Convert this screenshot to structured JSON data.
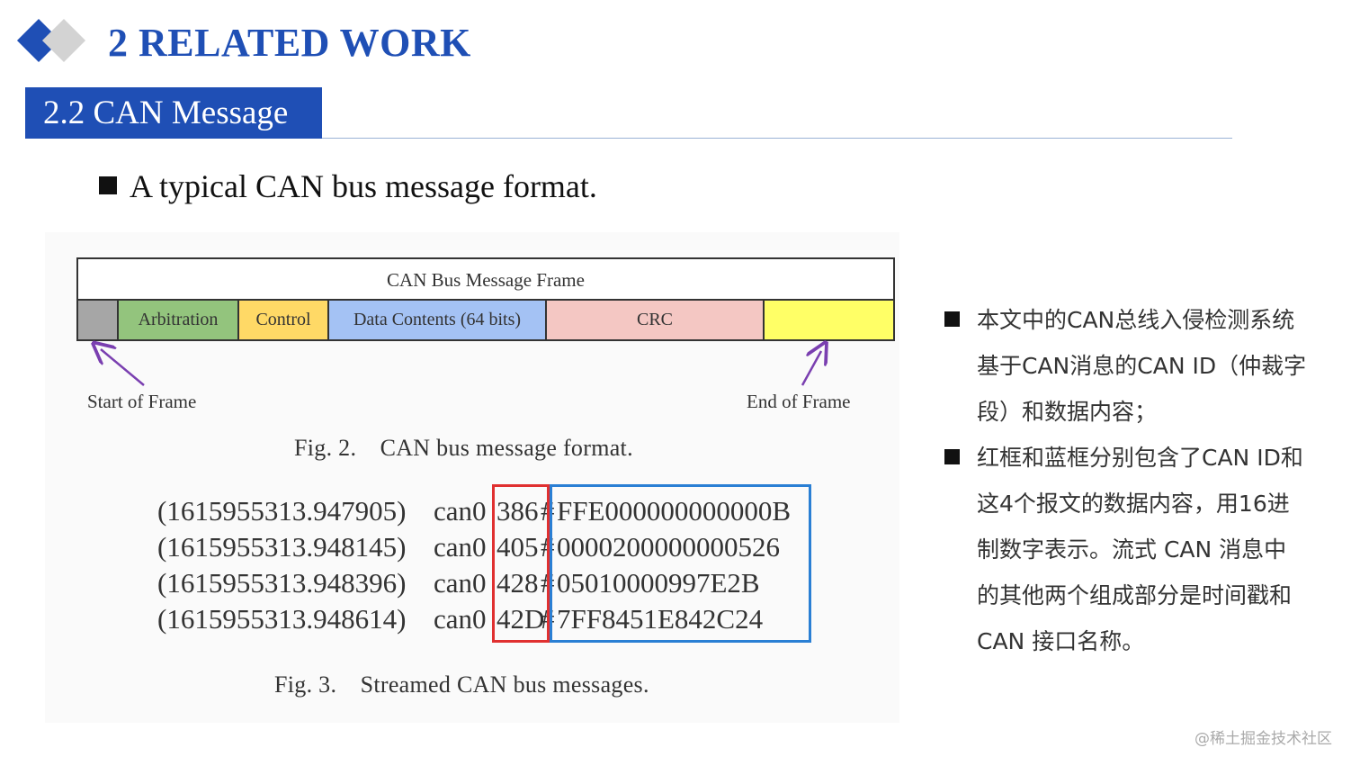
{
  "header": {
    "title": "2 RELATED WORK",
    "logo_colors": [
      "#1f4fb5",
      "#d3d3d3"
    ]
  },
  "section": {
    "label": "2.2 CAN Message"
  },
  "bullet": "A typical CAN bus message format.",
  "frame": {
    "title": "CAN Bus Message Frame",
    "segments": [
      {
        "label": "",
        "color": "#a6a6a6"
      },
      {
        "label": "Arbitration",
        "color": "#93c47d"
      },
      {
        "label": "Control",
        "color": "#ffd966"
      },
      {
        "label": "Data Contents (64 bits)",
        "color": "#a4c2f4"
      },
      {
        "label": "CRC",
        "color": "#f4c7c3"
      },
      {
        "label": "",
        "color": "#ffff66"
      }
    ],
    "start_label": "Start of Frame",
    "end_label": "End of Frame",
    "caption": "Fig. 2. CAN bus message format."
  },
  "stream": {
    "caption": "Fig. 3. Streamed CAN bus messages.",
    "messages": [
      {
        "timestamp": "(1615955313.947905)",
        "interface": "can0",
        "id": "386",
        "sep": "#",
        "data": "FFE000000000000B"
      },
      {
        "timestamp": "(1615955313.948145)",
        "interface": "can0",
        "id": "405",
        "sep": "#",
        "data": "0000200000000526"
      },
      {
        "timestamp": "(1615955313.948396)",
        "interface": "can0",
        "id": "428",
        "sep": "#",
        "data": "05010000997E2B"
      },
      {
        "timestamp": "(1615955313.948614)",
        "interface": "can0",
        "id": "42D",
        "sep": "#",
        "data": "7FF8451E842C24"
      }
    ],
    "id_box_color": "#e03030",
    "data_box_color": "#2a7fd4"
  },
  "notes": [
    {
      "lines": [
        "本文中的CAN总线入侵检测系统",
        "基于CAN消息的CAN ID（仲裁字",
        "段）和数据内容；"
      ]
    },
    {
      "lines": [
        "红框和蓝框分别包含了CAN ID和",
        "这4个报文的数据内容，用16进",
        "制数字表示。流式 CAN 消息中",
        "的其他两个组成部分是时间戳和",
        "CAN 接口名称。"
      ]
    }
  ],
  "watermark": "@稀土掘金技术社区"
}
